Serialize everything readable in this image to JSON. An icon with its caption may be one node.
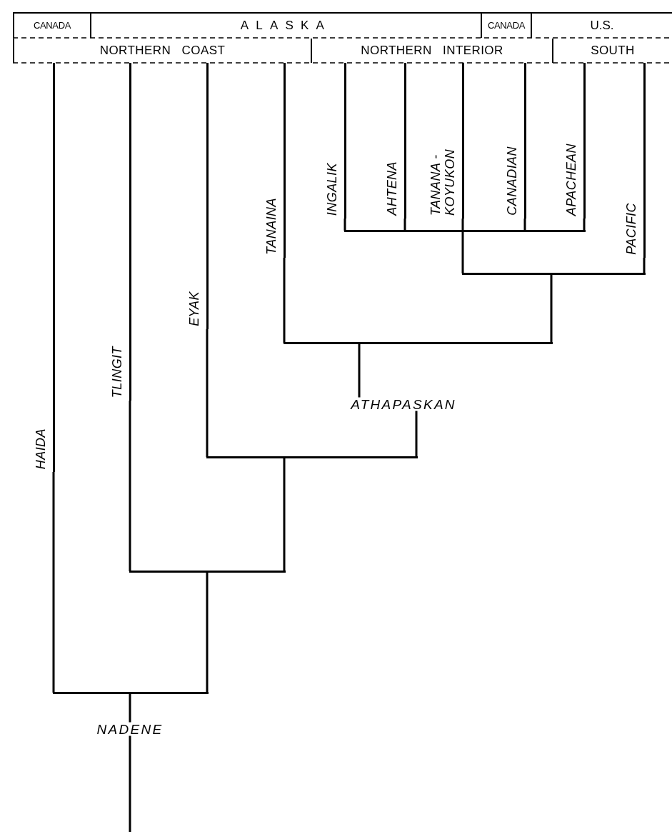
{
  "diagram": {
    "nodes": [
      {
        "text": [
          "CANADA"
        ]
      },
      {
        "text": [
          "ALASKA"
        ]
      },
      {
        "text": [
          "CANADA"
        ]
      },
      {
        "text": [
          "U.S."
        ]
      },
      {
        "text": [
          "NORTHERN COAST"
        ]
      },
      {
        "text": [
          "NORTHERN INTERIOR"
        ]
      },
      {
        "text": [
          "SOUTH"
        ]
      },
      {
        "text": [
          "INGALIK"
        ]
      },
      {
        "text": [
          "AHTENA"
        ]
      },
      {
        "text": [
          "TANANA - KOYUKON"
        ]
      },
      {
        "text": [
          "CANADIAN"
        ]
      },
      {
        "text": [
          "APACHEAN"
        ]
      },
      {
        "text": [
          "PACIFIC"
        ]
      },
      {
        "text": [
          "TANAINA"
        ]
      },
      {
        "text": [
          "EYAK"
        ]
      },
      {
        "text": [
          "TLINGIT"
        ]
      },
      {
        "text": [
          "HAIDA"
        ]
      },
      {
        "text": [
          "ATHAPASKAN"
        ]
      },
      {
        "text": [
          "NADENE"
        ]
      },
      {
        "text": [],
        "shape": "bar"
      },
      {
        "text": [],
        "shape": "bar"
      },
      {
        "text": [],
        "shape": "bar"
      },
      {
        "text": [],
        "shape": "bar"
      },
      {
        "text": [],
        "shape": "bar"
      },
      {
        "text": [],
        "shape": "bar"
      }
    ],
    "edges": [
      {
        "from": 19,
        "to": 7,
        "arrow": "none"
      },
      {
        "from": 19,
        "to": 8,
        "arrow": "none"
      },
      {
        "from": 19,
        "to": 9,
        "arrow": "none"
      },
      {
        "from": 19,
        "to": 10,
        "arrow": "none"
      },
      {
        "from": 19,
        "to": 11,
        "arrow": "none"
      },
      {
        "from": 20,
        "to": 19,
        "arrow": "none"
      },
      {
        "from": 20,
        "to": 12,
        "arrow": "none"
      },
      {
        "from": 21,
        "to": 20,
        "arrow": "none"
      },
      {
        "from": 21,
        "to": 13,
        "arrow": "none"
      },
      {
        "from": 17,
        "to": 21,
        "arrow": "none"
      },
      {
        "from": 22,
        "to": 17,
        "arrow": "none"
      },
      {
        "from": 22,
        "to": 14,
        "arrow": "none"
      },
      {
        "from": 23,
        "to": 22,
        "arrow": "none"
      },
      {
        "from": 23,
        "to": 15,
        "arrow": "none"
      },
      {
        "from": 24,
        "to": 23,
        "arrow": "none"
      },
      {
        "from": 24,
        "to": 16,
        "arrow": "none"
      },
      {
        "from": 18,
        "to": 24,
        "arrow": "none"
      },
      {
        "from": null,
        "to": 18,
        "arrow": "none"
      }
    ]
  }
}
